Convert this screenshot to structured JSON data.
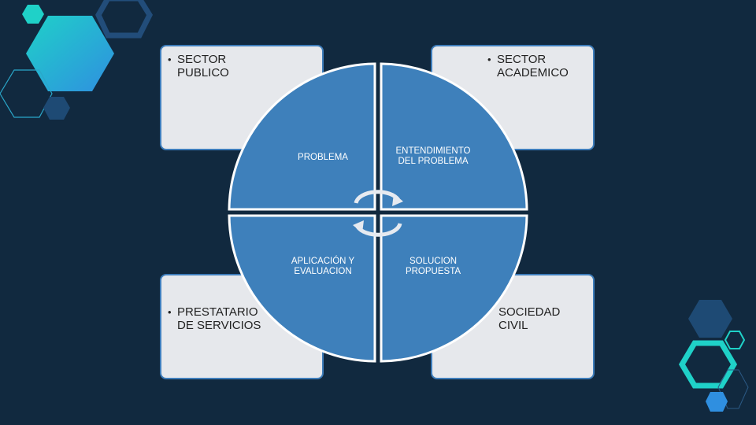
{
  "cards": {
    "top_left": "SECTOR\nPUBLICO",
    "top_right": "SECTOR\nACADEMICO",
    "bottom_left": "PRESTATARIO\nDE SERVICIOS",
    "bottom_right": "SOCIEDAD\nCIVIL"
  },
  "quadrants": {
    "top_left": "PROBLEMA",
    "top_right": "ENTENDIMIENTO\nDEL PROBLEMA",
    "bottom_left": "APLICACIÓN  Y\nEVALUACION",
    "bottom_right": "SOLUCION\nPROPUESTA"
  },
  "icons": {
    "center": "cycle-arrows-icon",
    "decoration": "hexagon-icon"
  },
  "colors": {
    "background": "#11293f",
    "quadrant_fill": "#3e80bb",
    "card_fill": "#e6e8ec",
    "card_border": "#3e7dbb",
    "accent_teal": "#1fd1c8",
    "accent_blue": "#2f8fe0"
  }
}
